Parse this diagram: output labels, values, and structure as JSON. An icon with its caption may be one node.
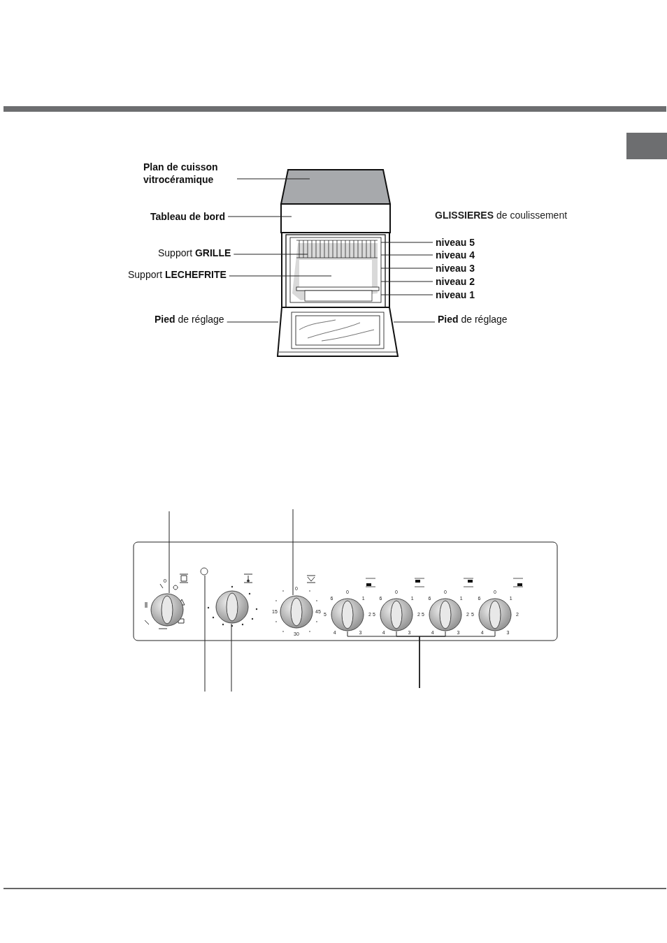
{
  "diagram": {
    "nodes": [
      {
        "text": [
          "Plan de cuisson vitrocéramique"
        ]
      },
      {
        "text": [
          "Tableau de bord"
        ]
      },
      {
        "text": [
          "Support **GRILLE**"
        ]
      },
      {
        "text": [
          "Support **LECHEFRITE**"
        ]
      },
      {
        "text": [
          "niveau 5"
        ]
      },
      {
        "text": [
          "niveau 4"
        ]
      },
      {
        "text": [
          "niveau 3"
        ]
      },
      {
        "text": [
          "niveau 2"
        ]
      },
      {
        "text": [
          "niveau 1"
        ]
      },
      {
        "text": [
          "**Pied** de réglage"
        ]
      },
      {
        "text": [
          "**Pied** de réglage"
        ]
      },
      {
        "text": [],
        "shape": "circle"
      },
      {
        "text": [],
        "shape": "circle"
      },
      {
        "text": [],
        "shape": "circle"
      },
      {
        "text": [],
        "shape": "circle"
      },
      {
        "text": [],
        "shape": "circle"
      },
      {
        "text": [],
        "shape": "circle"
      },
      {
        "text": [],
        "shape": "circle"
      },
      {
        "text": [],
        "shape": "circle"
      },
      {
        "text": [],
        "shape": "picture"
      }
    ],
    "edges": [
      {
        "from": 0,
        "to": 19,
        "arrow": "none"
      },
      {
        "from": 1,
        "to": 19,
        "arrow": "none"
      },
      {
        "from": 2,
        "to": 19,
        "arrow": "none"
      },
      {
        "from": 3,
        "to": 19,
        "arrow": "none"
      },
      {
        "from": 4,
        "to": 19,
        "arrow": "none"
      },
      {
        "from": 5,
        "to": 19,
        "arrow": "none"
      },
      {
        "from": 6,
        "to": 19,
        "arrow": "none"
      },
      {
        "from": 7,
        "to": 19,
        "arrow": "none"
      },
      {
        "from": 8,
        "to": 19,
        "arrow": "none"
      },
      {
        "from": 9,
        "to": 19,
        "arrow": "none"
      },
      {
        "from": 10,
        "to": 19,
        "arrow": "none"
      },
      {
        "from": null,
        "to": 11,
        "arrow": "none"
      },
      {
        "from": null,
        "to": 12,
        "arrow": "none"
      },
      {
        "from": null,
        "to": 13,
        "arrow": "none"
      },
      {
        "from": null,
        "to": 14,
        "arrow": "none"
      },
      {
        "from": null,
        "to": 15,
        "arrow": "none"
      },
      {
        "from": null,
        "to": 16,
        "arrow": "none"
      },
      {
        "from": null,
        "to": 17,
        "arrow": "none"
      },
      {
        "from": null,
        "to": 18,
        "arrow": "none"
      }
    ],
    "labels": [
      "**GLISSIERES** de coulissement",
      "0",
      "0",
      "15",
      "45",
      "30",
      "0",
      "1",
      "2",
      "3",
      "4",
      "5",
      "6",
      "0",
      "1",
      "2",
      "3",
      "4",
      "5",
      "6",
      "0",
      "1",
      "2",
      "3",
      "4",
      "5",
      "6",
      "0",
      "1",
      "2",
      "3",
      "4",
      "5",
      "6"
    ]
  }
}
